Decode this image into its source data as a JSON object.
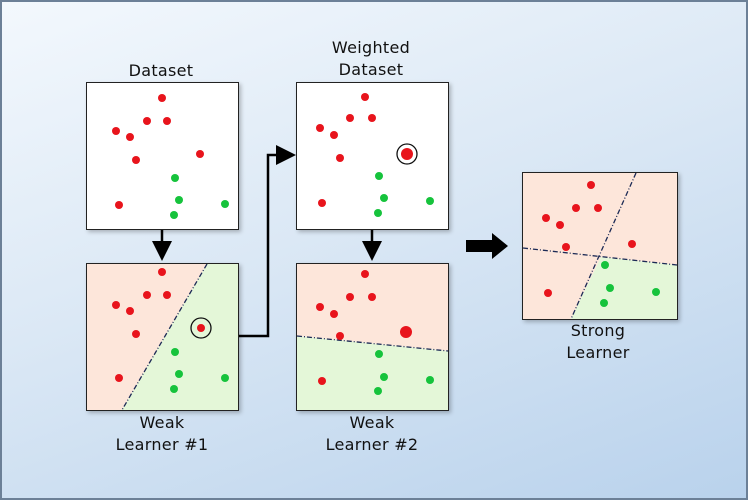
{
  "labels": {
    "dataset": "Dataset",
    "weighted_dataset": "Weighted\nDataset",
    "weak_learner_1": "Weak\nLearner #1",
    "weak_learner_2": "Weak\nLearner #2",
    "strong_learner": "Strong\nLearner"
  },
  "colors": {
    "red_point": "#e8141c",
    "green_point": "#16c33c",
    "red_region": "#fde6da",
    "green_region": "#e4f7d8",
    "boundary": "#1c2a55",
    "arrow": "#000000"
  }
}
